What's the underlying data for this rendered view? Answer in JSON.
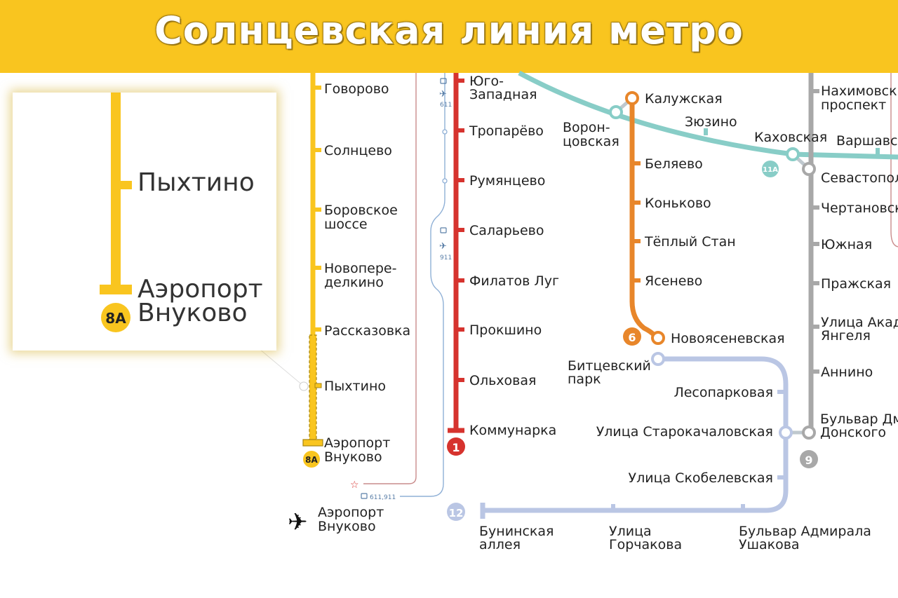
{
  "header": {
    "title": "Солнцевская линия метро"
  },
  "colors": {
    "banner": "#F9C51F",
    "line_8": "#F9C51F",
    "line_1": "#D6332E",
    "line_6": "#E8862A",
    "line_11": "#88CDC7",
    "line_12": "#BAC6E4",
    "line_9": "#A8A8A8",
    "line_aeroexpress": "#A8B8D8"
  },
  "zoom_inset": {
    "station_1": "Пыхтино",
    "station_2_line1": "Аэропорт",
    "station_2_line2": "Внуково",
    "badge": "8А"
  },
  "line_8": {
    "badge": "8А",
    "stations": {
      "govorovo": "Говорово",
      "solntsevo": "Солнцево",
      "borovskoe_1": "Боровское",
      "borovskoe_2": "шоссе",
      "novoperedelkino_1": "Новопере-",
      "novoperedelkino_2": "делкино",
      "rasskazovka": "Рассказовка",
      "pykhtino": "Пыхтино",
      "vnukovo_1": "Аэропорт",
      "vnukovo_2": "Внуково"
    }
  },
  "line_1": {
    "badge": "1",
    "stations": {
      "yugo_1": "Юго-",
      "yugo_2": "Западная",
      "troparevo": "Тропарёво",
      "rumyantsevo": "Румянцево",
      "salarevo": "Саларьево",
      "filatov": "Филатов Луг",
      "prokshino": "Прокшино",
      "olkhovaya": "Ольховая",
      "kommunarka": "Коммунарка"
    }
  },
  "line_6": {
    "badge": "6",
    "stations": {
      "kaluzhskaya": "Калужская",
      "belyaevo": "Беляево",
      "konkovo": "Коньково",
      "teply": "Тёплый Стан",
      "yasenevo": "Ясенево",
      "novoyasenevskaya": "Новоясеневская"
    }
  },
  "line_11": {
    "badge": "11А",
    "stations": {
      "vorontsovskaya_1": "Ворон-",
      "vorontsovskaya_2": "цовская",
      "zyuzino": "Зюзино",
      "kakhovskaya": "Каховская",
      "varshavskaya": "Варшавс"
    }
  },
  "line_9": {
    "badge": "9",
    "stations": {
      "nakhimovsky_1": "Нахимовск",
      "nakhimovsky_2": "проспект",
      "sevastopolskaya": "Севастопол",
      "chertanovskaya": "Чертановск",
      "yuzhnaya": "Южная",
      "prazhskaya": "Пражская",
      "yangelya_1": "Улица Акад",
      "yangelya_2": "Янгеля",
      "annino": "Аннино",
      "donskogo_1": "Бульвар Дм",
      "donskogo_2": "Донского"
    }
  },
  "line_12": {
    "badge": "12",
    "stations": {
      "bitsevsky_1": "Битцевский",
      "bitsevsky_2": "парк",
      "lesoparkovaya": "Лесопарковая",
      "starokachalovskaya": "Улица Старокачаловская",
      "skobelevskaya": "Улица Скобелевская",
      "buninskaya_1": "Бунинская",
      "buninskaya_2": "аллея",
      "gorchakova_1": "Улица",
      "gorchakova_2": "Горчакова",
      "ushakova_1": "Бульвар Адмирала",
      "ushakova_2": "Ушакова"
    }
  },
  "airport": {
    "label_1": "Аэропорт",
    "label_2": "Внуково"
  },
  "bus_routes": {
    "route_611": "611",
    "route_911": "911",
    "route_both": "611,911"
  }
}
